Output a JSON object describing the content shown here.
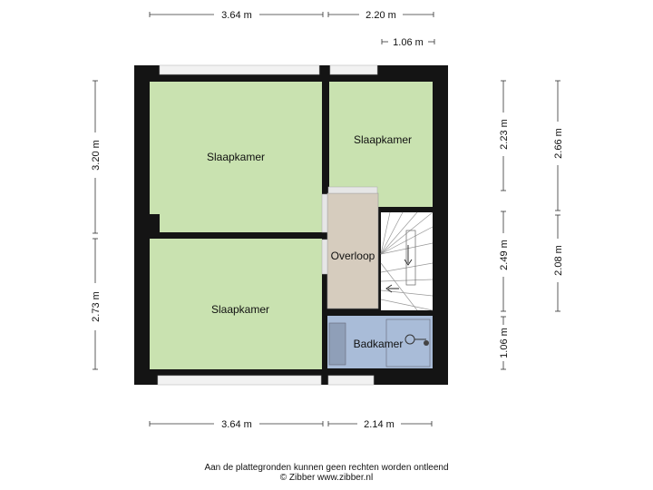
{
  "rooms": {
    "bedroom_top_left": "Slaapkamer",
    "bedroom_top_right": "Slaapkamer",
    "bedroom_bottom_left": "Slaapkamer",
    "landing": "Overloop",
    "bathroom": "Badkamer"
  },
  "dimensions": {
    "top_left": "3.64 m",
    "top_right": "2.20 m",
    "top_small": "1.06 m",
    "bottom_left": "3.64 m",
    "bottom_right": "2.14 m",
    "left_upper": "3.20 m",
    "left_lower": "2.73 m",
    "right_upper": "2.23 m",
    "right_middle": "2.49 m",
    "right_lower": "1.06 m",
    "far_right_upper": "2.66 m",
    "far_right_lower": "2.08 m"
  },
  "footer": {
    "disclaimer": "Aan de plattegronden kunnen geen rechten worden ontleend",
    "copyright": "© Zibber www.zibber.nl"
  },
  "colors": {
    "wall": "#141414",
    "bedroom": "#c9e2b0",
    "landing": "#d6ccbe",
    "bathroom": "#a9bcd8",
    "stairs": "#ffffff",
    "window": "#e8e8e8"
  }
}
